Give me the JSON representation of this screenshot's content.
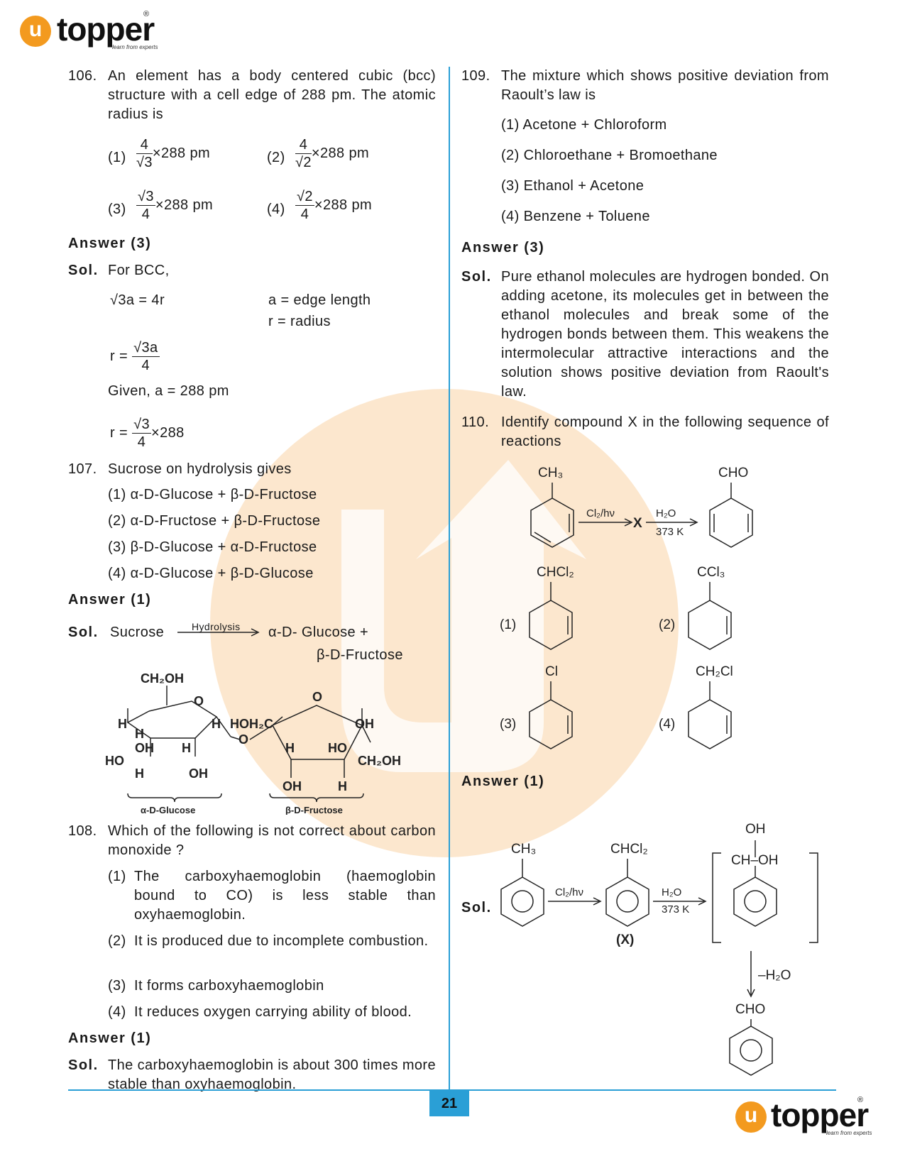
{
  "header": {
    "logo_letter": "u",
    "logo_text": "topper",
    "logo_reg": "®",
    "logo_tagline": "learn from experts"
  },
  "page_number": "21",
  "q106": {
    "num": "106.",
    "text": "An element has a body centered cubic (bcc) structure with a cell edge of 288 pm. The atomic radius is",
    "opt_labels": [
      "(1)",
      "(2)",
      "(3)",
      "(4)"
    ],
    "o1": {
      "top": "4",
      "bot": "√3",
      "rest": "×288 pm"
    },
    "o2": {
      "top": "4",
      "bot": "√2",
      "rest": "×288 pm"
    },
    "o3": {
      "top": "√3",
      "bot": "4",
      "rest": "×288 pm"
    },
    "o4": {
      "top": "√2",
      "bot": "4",
      "rest": "×288 pm"
    },
    "answer": "Answer (3)",
    "sol": "Sol.",
    "for_bcc": "For BCC,",
    "eq1": "√3a = 4r",
    "def1": "a = edge length",
    "def2": "r = radius",
    "r_eq": "r =",
    "f1": {
      "top": "√3a",
      "bot": "4"
    },
    "given": "Given, a = 288 pm",
    "f2": {
      "top": "√3",
      "bot": "4",
      "rest": "×288"
    }
  },
  "q107": {
    "num": "107.",
    "text": "Sucrose on hydrolysis gives",
    "options": [
      "(1) α-D-Glucose + β-D-Fructose",
      "(2) α-D-Fructose + β-D-Fructose",
      "(3) β-D-Glucose + α-D-Fructose",
      "(4) α-D-Glucose + β-D-Glucose"
    ],
    "answer": "Answer (1)",
    "sol": "Sol.",
    "sucrose": "Sucrose",
    "arrow_label": "Hydrolysis",
    "prod1": "α-D- Glucose +",
    "prod2": "β-D-Fructose",
    "struct": {
      "ch2oh": "CH₂OH",
      "hoh2c": "HOH₂C",
      "ch2oh2": "CH₂OH",
      "o": "O",
      "h": "H",
      "oh": "OH",
      "ho": "HO",
      "glucose": "α-D-Glucose",
      "fructose": "β-D-Fructose"
    }
  },
  "q108": {
    "num": "108.",
    "text": "Which of the following is not correct about carbon monoxide ?",
    "opt_labels": [
      "(1)",
      "(2)",
      "(3)",
      "(4)"
    ],
    "options": [
      "The carboxyhaemoglobin (haemoglobin bound to CO) is less stable than oxyhaemoglobin.",
      "It is produced due to incomplete combustion.",
      "It forms carboxyhaemoglobin",
      "It reduces oxygen carrying ability of blood."
    ],
    "answer": "Answer (1)",
    "sol": "Sol.",
    "sol_text": "The carboxyhaemoglobin is about 300 times more stable than oxyhaemoglobin."
  },
  "q109": {
    "num": "109.",
    "text": "The mixture which shows positive deviation from Raoult’s law is",
    "options": [
      "(1) Acetone + Chloroform",
      "(2) Chloroethane + Bromoethane",
      "(3) Ethanol + Acetone",
      "(4) Benzene + Toluene"
    ],
    "answer": "Answer (3)",
    "sol": "Sol.",
    "sol_text": "Pure ethanol molecules are hydrogen bonded. On adding acetone, its molecules get in between the ethanol molecules and break some of the hydrogen bonds between them. This weakens the intermolecular attractive interactions and the solution shows positive deviation from Raoult's law."
  },
  "q110": {
    "num": "110.",
    "text": "Identify compound X in the following sequence of reactions",
    "scheme": {
      "ch3": "CH₃",
      "cho": "CHO",
      "cl2hv": "Cl₂/hν",
      "x": "X",
      "h2o": "H₂O",
      "temp": "373 K"
    },
    "opt_labels": [
      "(1)",
      "(2)",
      "(3)",
      "(4)"
    ],
    "opt_groups": [
      "CHCl₂",
      "CCl₃",
      "Cl",
      "CH₂Cl"
    ],
    "answer": "Answer (1)",
    "sol": "Sol.",
    "sol_scheme": {
      "ch3": "CH₃",
      "chcl2": "CHCl₂",
      "x": "(X)",
      "cl2hv": "Cl₂/hν",
      "h2o": "H₂O",
      "temp": "373 K",
      "oh": "OH",
      "choh": "CH–OH",
      "minus_h2o": "–H₂O",
      "cho": "CHO"
    }
  }
}
